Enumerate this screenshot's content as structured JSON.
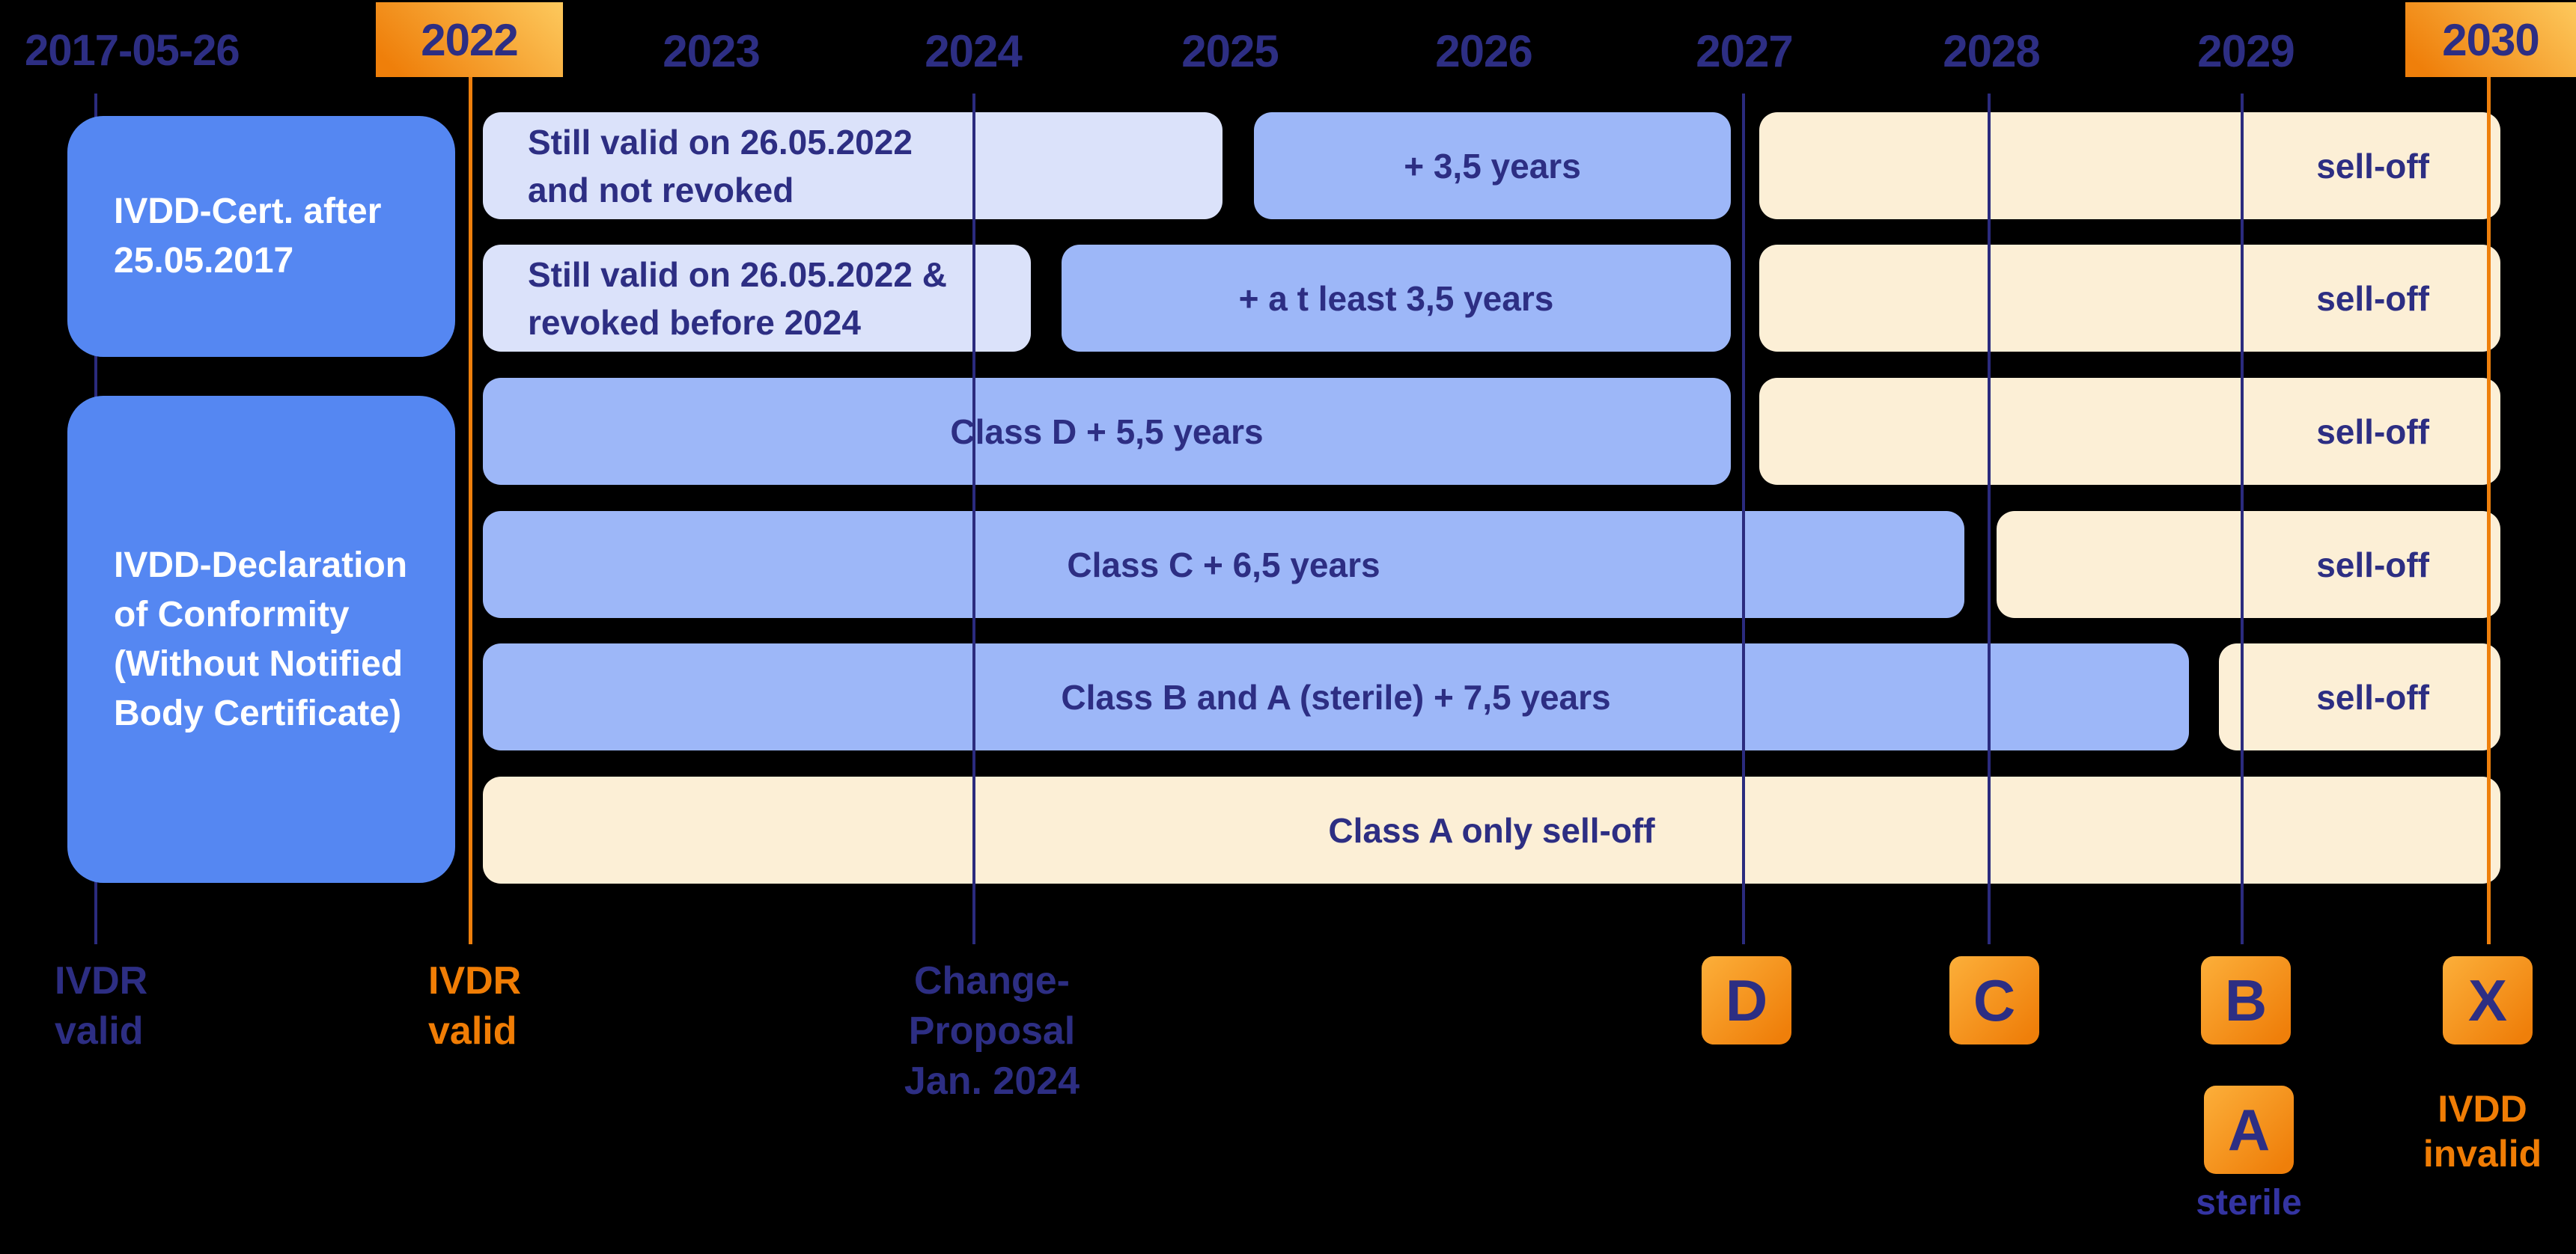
{
  "header": {
    "date_label": "2017-05-26",
    "boxed_years": [
      "2022",
      "2030"
    ],
    "plain_years": [
      "2023",
      "2024",
      "2025",
      "2026",
      "2027",
      "2028",
      "2029"
    ]
  },
  "left_boxes": [
    {
      "label": "IVDD-Cert. after\n25.05.2017"
    },
    {
      "label": "IVDD-Declaration\nof Conformity\n(Without Notified\nBody Certificate)"
    }
  ],
  "rows": [
    {
      "segments": [
        {
          "kind": "lavender",
          "label": "Still valid on 26.05.2022\nand not revoked"
        },
        {
          "kind": "blue",
          "label": "+ 3,5 years"
        },
        {
          "kind": "cream",
          "label": "sell-off"
        }
      ]
    },
    {
      "segments": [
        {
          "kind": "lavender",
          "label": "Still valid on 26.05.2022 &\nrevoked before 2024"
        },
        {
          "kind": "blue",
          "label": "+ a t least 3,5 years"
        },
        {
          "kind": "cream",
          "label": "sell-off"
        }
      ]
    },
    {
      "segments": [
        {
          "kind": "blue",
          "label": "Class D + 5,5 years"
        },
        {
          "kind": "cream",
          "label": "sell-off"
        }
      ]
    },
    {
      "segments": [
        {
          "kind": "blue",
          "label": "Class C + 6,5 years"
        },
        {
          "kind": "cream",
          "label": "sell-off"
        }
      ]
    },
    {
      "segments": [
        {
          "kind": "blue",
          "label": "Class B and A (sterile) + 7,5 years"
        },
        {
          "kind": "cream",
          "label": "sell-off"
        }
      ]
    },
    {
      "segments": [
        {
          "kind": "cream",
          "label": "Class A only sell-off"
        }
      ]
    }
  ],
  "footer": {
    "ivdr_valid_start": "IVDR\nvalid",
    "ivdr_valid_2022": "IVDR\nvalid",
    "change_proposal": "Change-\nProposal\nJan. 2024",
    "markers": [
      "D",
      "C",
      "B",
      "X",
      "A"
    ],
    "sterile_label": "sterile",
    "ivdd_invalid": "IVDD\ninvalid"
  },
  "colors": {
    "background": "#000000",
    "navy_text": "#2d2e83",
    "navy_line": "#2b2b7e",
    "orange": "#f07d05",
    "orange_gradient_light": "#fcc152",
    "bar_blue": "#9db7f8",
    "bar_lavender": "#dbe2fa",
    "bar_cream": "#fcefd6",
    "left_box_blue": "#5587f2",
    "white_text": "#ffffff"
  }
}
